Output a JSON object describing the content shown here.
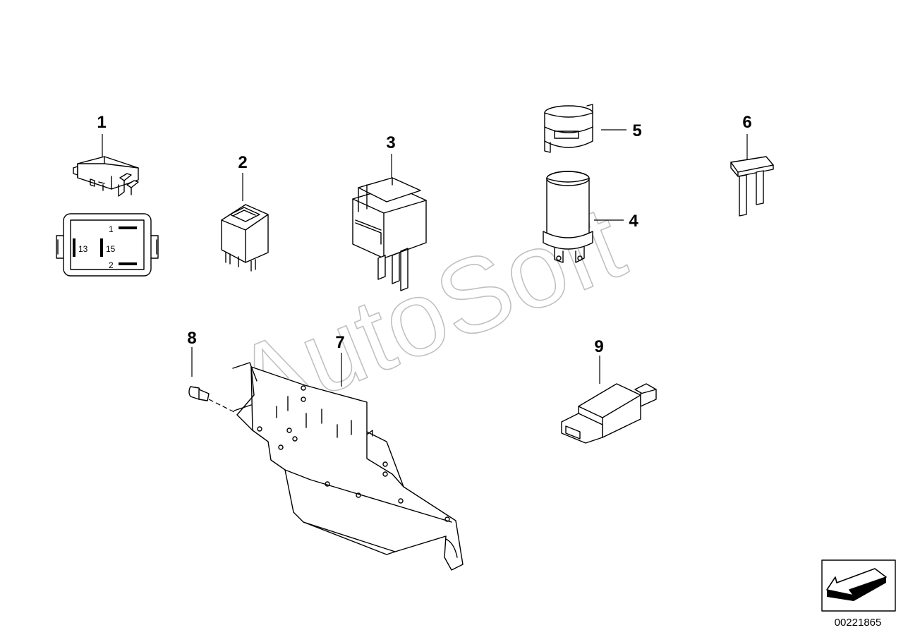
{
  "diagram": {
    "watermark": "AutoSoft",
    "reference_number": "00221865",
    "parts": [
      {
        "number": "1"
      },
      {
        "number": "2"
      },
      {
        "number": "3"
      },
      {
        "number": "4"
      },
      {
        "number": "5"
      },
      {
        "number": "6"
      },
      {
        "number": "7"
      },
      {
        "number": "8"
      },
      {
        "number": "9"
      }
    ],
    "relay_pin_labels": {
      "pin_1": "1",
      "pin_2": "2",
      "pin_13": "13",
      "pin_15": "15"
    },
    "icons": [
      "navigation-arrow-icon"
    ]
  }
}
